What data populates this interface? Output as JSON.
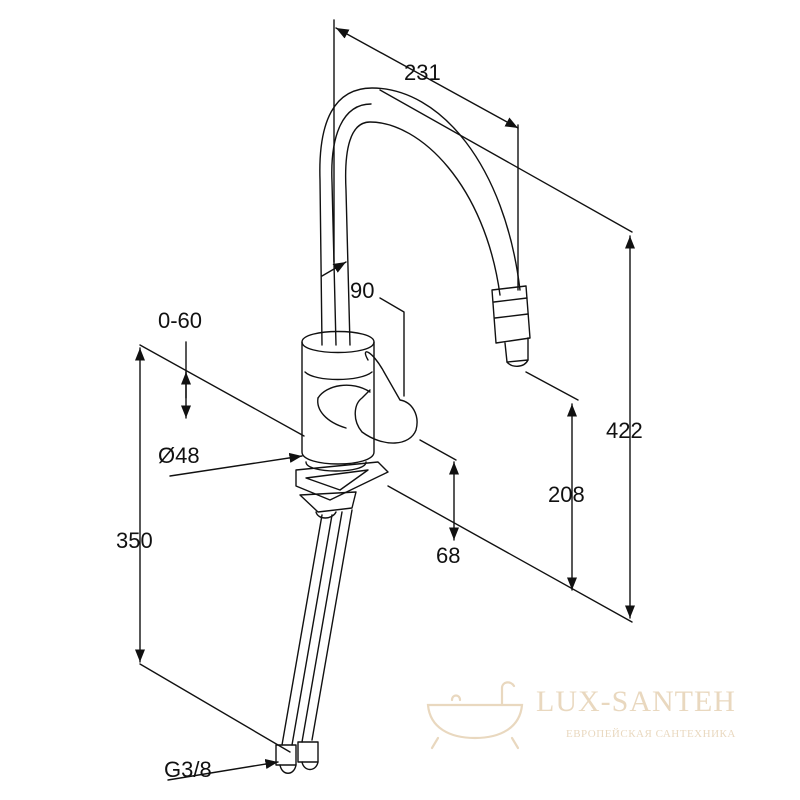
{
  "dimensions": {
    "width_231": "231",
    "angle_90": "90",
    "range_0_60": "0-60",
    "diameter_48": "Ø48",
    "height_350": "350",
    "height_422": "422",
    "height_208": "208",
    "height_68": "68",
    "thread_g38": "G3/8"
  },
  "watermark": {
    "brand": "LUX-SANTEH",
    "tagline": "ЕВРОПЕЙСКАЯ САНТЕХНИКА",
    "icon": "bathtub-icon",
    "color": "#e9d8bf"
  }
}
